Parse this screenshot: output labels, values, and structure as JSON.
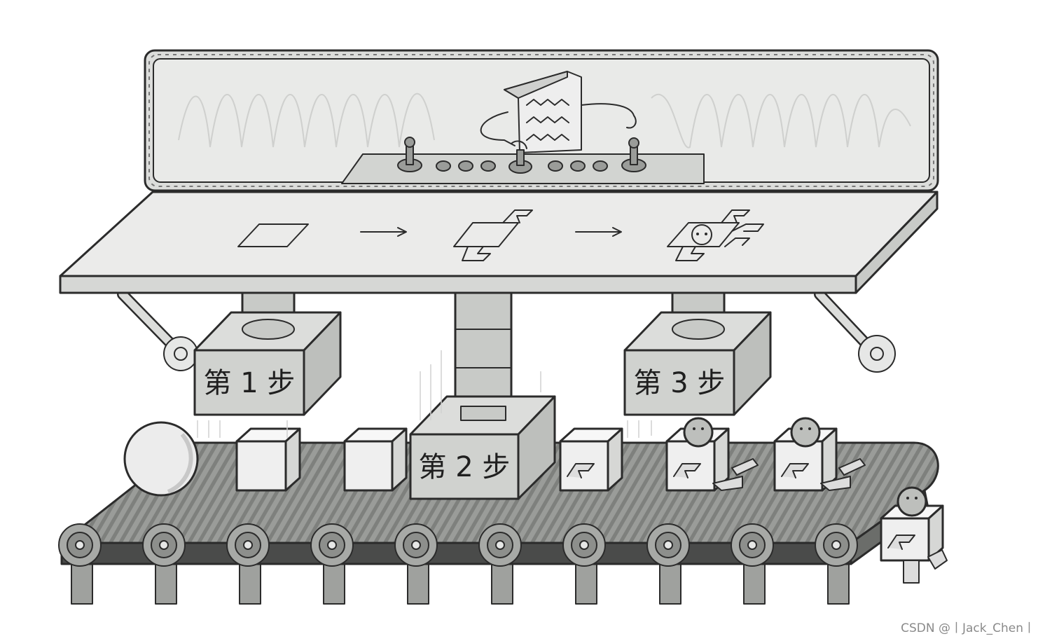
{
  "steps": [
    {
      "label": "第 1 步"
    },
    {
      "label": "第 2 步"
    },
    {
      "label": "第 3 步"
    }
  ],
  "watermark": "CSDN @丨Jack_Chen丨",
  "colors": {
    "outline": "#2b2b2b",
    "panel": "#e6e7e6",
    "block": "#d0d2cf",
    "belt": "#8f918e",
    "leg": "#9fa19e",
    "piece": "#f2f2f2"
  }
}
